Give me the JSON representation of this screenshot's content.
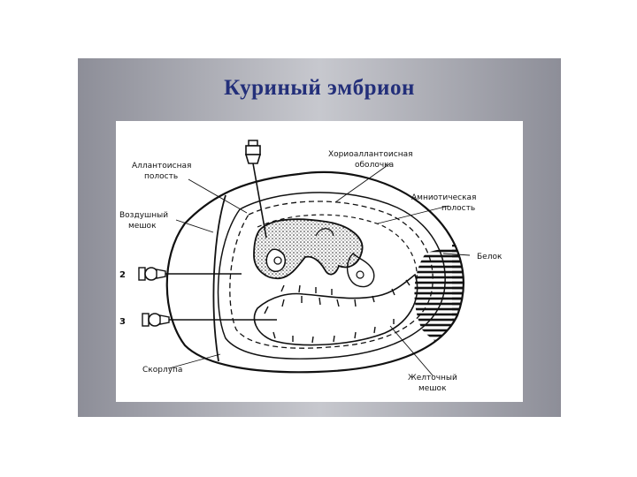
{
  "slide": {
    "title": "Куриный эмбрион"
  },
  "labels": {
    "allantoic_1": "Аллантоисная",
    "allantoic_2": "полость",
    "air_sac_1": "Воздушный",
    "air_sac_2": "мешок",
    "chorio_1": "Хориоаллантоисная",
    "chorio_2": "оболочка",
    "amnion_1": "Амниотическая",
    "amnion_2": "полость",
    "albumen": "Белок",
    "shell": "Скорлупа",
    "yolk_1": "Желточный",
    "yolk_2": "мешок",
    "needle_2": "2",
    "needle_3": "3"
  },
  "colors": {
    "title": "#232f7a",
    "ink": "#111111",
    "slide_bg": "#a9aab2"
  }
}
